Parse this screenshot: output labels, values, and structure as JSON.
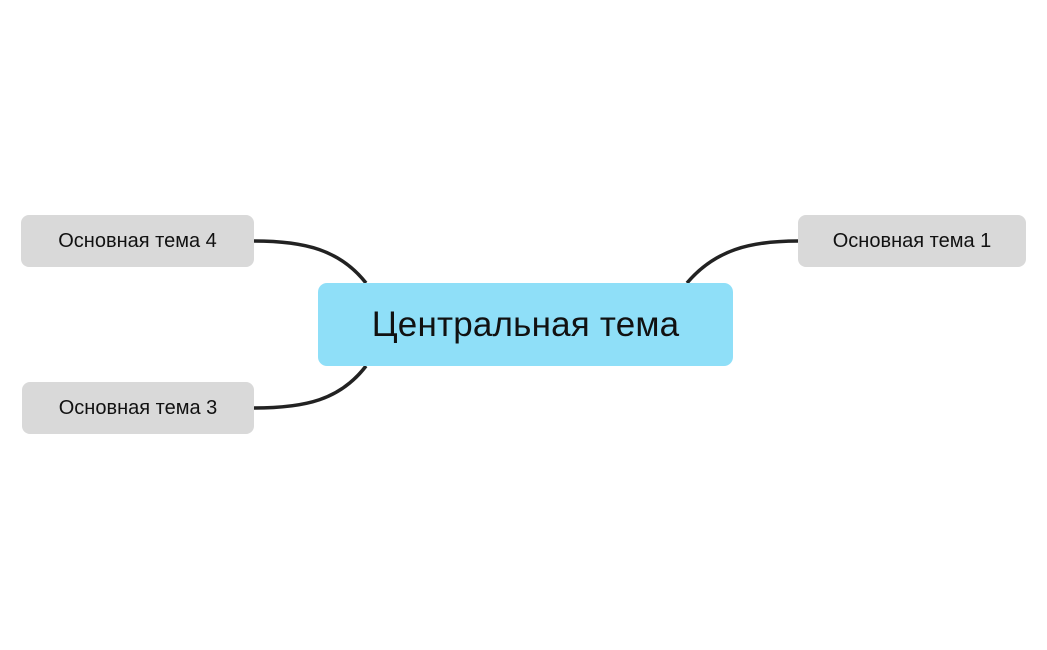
{
  "mindmap": {
    "central": {
      "label": "Центральная тема",
      "color": "#8fdff8"
    },
    "topics": [
      {
        "label": "Основная тема 1",
        "side": "right",
        "color": "#d9d9d9"
      },
      {
        "label": "Основная тема 3",
        "side": "left",
        "color": "#d9d9d9"
      },
      {
        "label": "Основная тема 4",
        "side": "left",
        "color": "#d9d9d9"
      }
    ],
    "connector_color": "#222222"
  }
}
